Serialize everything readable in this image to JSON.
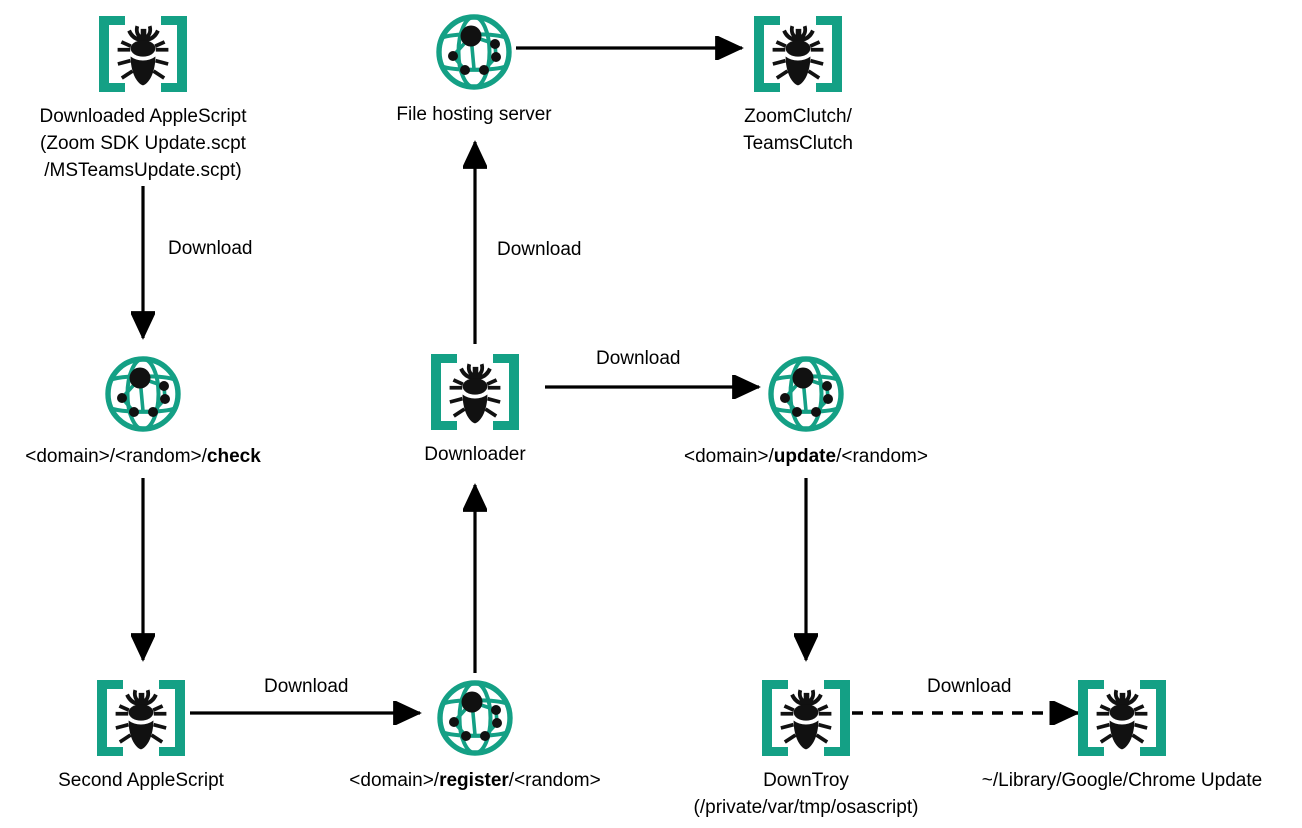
{
  "diagram": {
    "title": "macOS AppleScript malware infection chain",
    "accent_color": "#14a085",
    "line_color": "#000000",
    "background": "#ffffff",
    "nodes": [
      {
        "id": "downloaded-applescript",
        "icon": "bug-icon",
        "caption_line1": "Downloaded AppleScript",
        "caption_line2": "(Zoom SDK Update.scpt",
        "caption_line3": "/MSTeamsUpdate.scpt)"
      },
      {
        "id": "file-hosting-server",
        "icon": "server-globe-icon",
        "caption_line1": "File hosting server"
      },
      {
        "id": "zoomclutch-teamsclutch",
        "icon": "bug-icon",
        "caption_line1": "ZoomClutch/",
        "caption_line2": "TeamsClutch"
      },
      {
        "id": "domain-random-check",
        "icon": "server-globe-icon",
        "caption_plain_a": "<domain>/<random>/",
        "caption_bold_a": "check"
      },
      {
        "id": "downloader",
        "icon": "bug-icon",
        "caption_line1": "Downloader"
      },
      {
        "id": "domain-update-random",
        "icon": "server-globe-icon",
        "caption_plain_a": "<domain>/",
        "caption_bold_a": "update",
        "caption_plain_b": "/<random>"
      },
      {
        "id": "second-applescript",
        "icon": "bug-icon",
        "caption_line1": "Second AppleScript"
      },
      {
        "id": "domain-register-random",
        "icon": "server-globe-icon",
        "caption_plain_a": "<domain>/",
        "caption_bold_a": "register",
        "caption_plain_b": "/<random>"
      },
      {
        "id": "downtroy",
        "icon": "bug-icon",
        "caption_line1": "DownTroy",
        "caption_line2": "(/private/var/tmp/osascript)"
      },
      {
        "id": "chrome-update-path",
        "icon": "bug-icon",
        "caption_line1": "~/Library/Google/Chrome Update"
      }
    ],
    "edges": [
      {
        "id": "edge-server-to-clutch",
        "label": "",
        "style": "solid",
        "direction": "right"
      },
      {
        "id": "edge-applescript-to-check",
        "label": "Download",
        "style": "solid",
        "direction": "down"
      },
      {
        "id": "edge-downloader-to-server",
        "label": "Download",
        "style": "solid",
        "direction": "up"
      },
      {
        "id": "edge-downloader-to-update",
        "label": "Download",
        "style": "solid",
        "direction": "right"
      },
      {
        "id": "edge-check-to-second-applescript",
        "label": "",
        "style": "solid",
        "direction": "down"
      },
      {
        "id": "edge-second-applescript-to-register",
        "label": "Download",
        "style": "solid",
        "direction": "right"
      },
      {
        "id": "edge-register-to-downloader",
        "label": "",
        "style": "solid",
        "direction": "up"
      },
      {
        "id": "edge-update-to-downtroy",
        "label": "",
        "style": "solid",
        "direction": "down"
      },
      {
        "id": "edge-downtroy-to-chrome",
        "label": "Download",
        "style": "dashed",
        "direction": "right"
      }
    ]
  }
}
